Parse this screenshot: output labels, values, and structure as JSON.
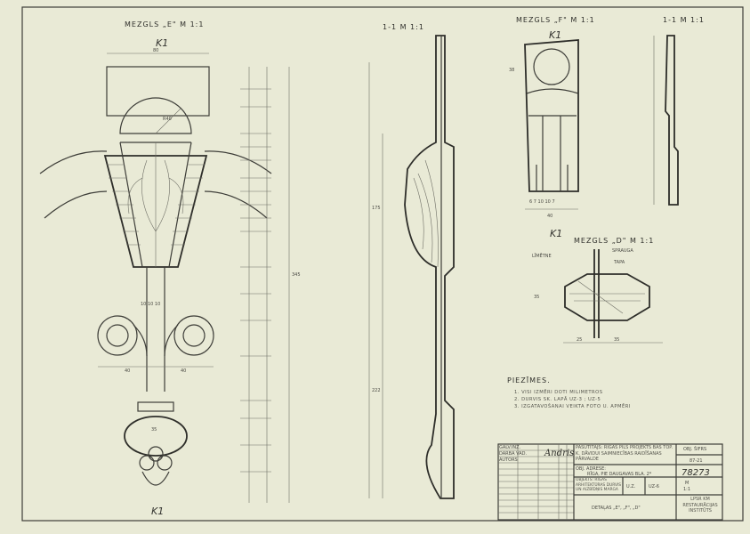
{
  "views": {
    "e_title": "MEZGLS „E\" M 1:1",
    "section_title_1": "1-1   M 1:1",
    "f_title": "MEZGLS „F\" M 1:1",
    "section_title_2": "1-1   M 1:1",
    "d_title": "MEZGLS „D\" M 1:1",
    "cut_marker": "K1"
  },
  "dimensions": {
    "e_width_top": "80",
    "e_radius": "R40",
    "e_scroll_left": "40",
    "e_scroll_right": "40",
    "e_total": "345",
    "e_stem": "10 10 10",
    "e_bulb": "35",
    "f_width": "40",
    "f_height": "38",
    "f_bottom": "6 7 10 10 7",
    "section_long": "175",
    "section_long2": "222",
    "d_left": "25",
    "d_right": "35",
    "d_height": "35",
    "d_labels": [
      "LĪMĒTNE",
      "SPRAUGA",
      "TAPA"
    ]
  },
  "notes": {
    "title": "PIEZĪMES.",
    "lines": [
      "1. VISI IZMĒRI DOTI MILIMETROS",
      "2. DURVIS SK. LAPĀ  UZ-3 ; UZ-5",
      "3. IZGATAVOŠANAI VEIKTA FOTO U. APMĒRI"
    ]
  },
  "title_block": {
    "roles": [
      "GALV.INŽ.",
      "DARBA VAD.",
      "AUTORS"
    ],
    "names": [
      "",
      "",
      ""
    ],
    "signature": "Andris",
    "project": "PASŪTĪTĀJS: RĪGAS PILS PROJEKTS BAS TOP. K. DĀVIDUI SAIMNIECĪBAS RAIDĪŠANAS PĀRVALDE",
    "object_address_label": "OBJ. ADRESE:",
    "object_address": "RĪGA, PIE DAUGAVAS  BLA. 2*",
    "object_label": "OBJEKTS: RĪGAS ARHITEKTŪRAS DURVIS UN AIZBĪDŅIS MARGA",
    "stage": "U.Z.",
    "sheet": "UZ-6",
    "scale_label": "M",
    "scale": "1:1",
    "sheet_title": "DETAĻAS „E\", „F\", „D\"",
    "archive_label": "OBJ. ŠIFRS",
    "archive_code": "87-21",
    "number": "78273",
    "institute": "LPSR KM RESTAURĀCIJAS INSTITŪTS"
  }
}
